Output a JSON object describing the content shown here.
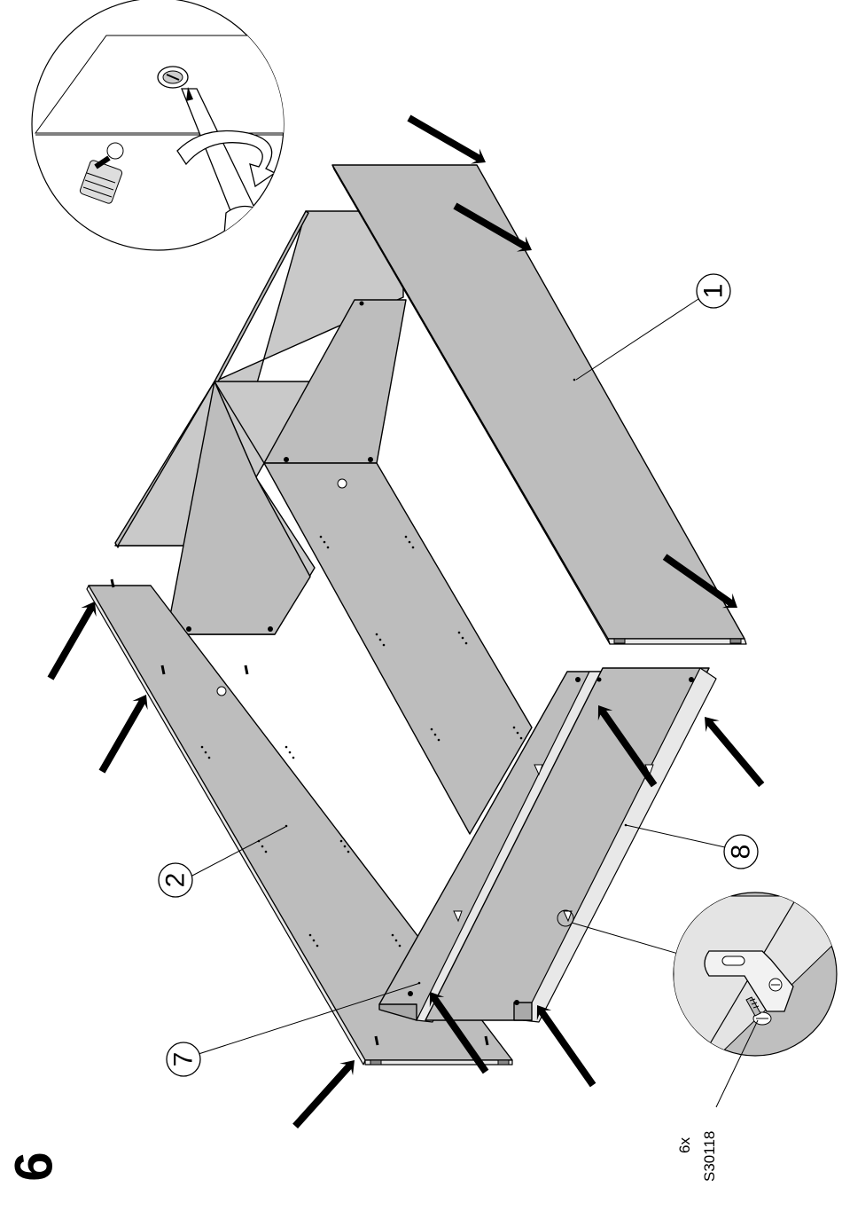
{
  "step_number": "6",
  "callouts": {
    "part_1": "1",
    "part_2": "2",
    "part_7": "7",
    "part_8": "8"
  },
  "hardware": {
    "quantity": "6x",
    "code": "S30118"
  }
}
